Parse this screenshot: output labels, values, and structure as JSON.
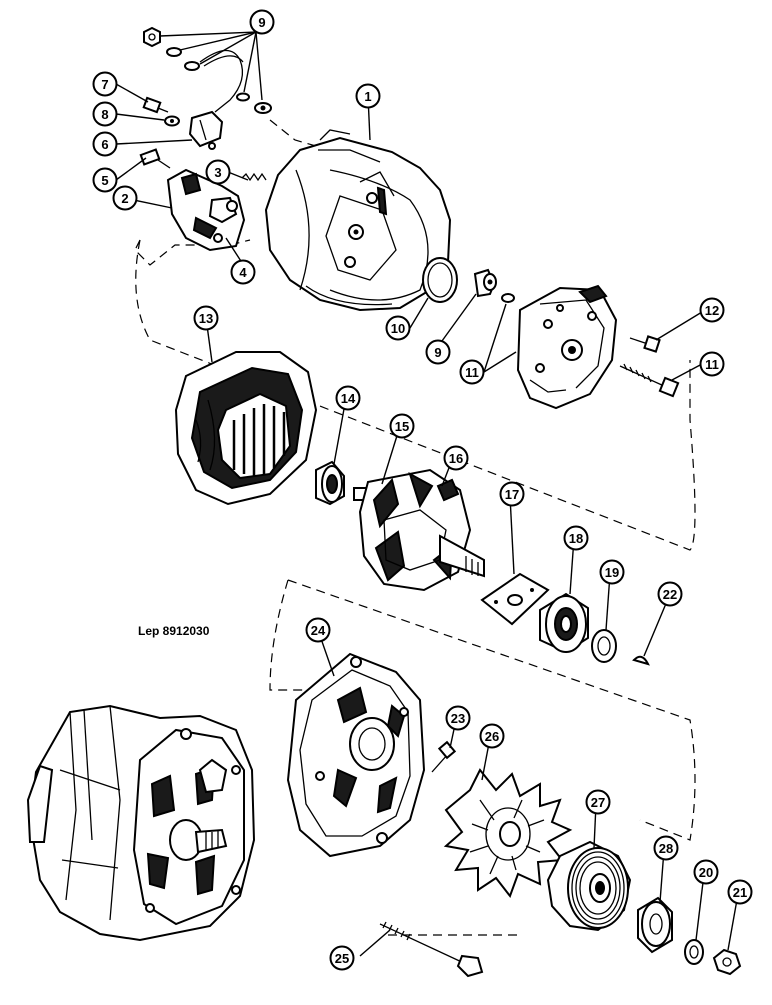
{
  "reference_code": "Lep 8912030",
  "callouts": [
    {
      "id": "c-9-top",
      "label": "9"
    },
    {
      "id": "c-7",
      "label": "7"
    },
    {
      "id": "c-8",
      "label": "8"
    },
    {
      "id": "c-6",
      "label": "6"
    },
    {
      "id": "c-5",
      "label": "5"
    },
    {
      "id": "c-2",
      "label": "2"
    },
    {
      "id": "c-3",
      "label": "3"
    },
    {
      "id": "c-4",
      "label": "4"
    },
    {
      "id": "c-1",
      "label": "1"
    },
    {
      "id": "c-10",
      "label": "10"
    },
    {
      "id": "c-9-mid",
      "label": "9"
    },
    {
      "id": "c-11-left",
      "label": "11"
    },
    {
      "id": "c-12",
      "label": "12"
    },
    {
      "id": "c-11-right",
      "label": "11"
    },
    {
      "id": "c-13",
      "label": "13"
    },
    {
      "id": "c-14",
      "label": "14"
    },
    {
      "id": "c-15",
      "label": "15"
    },
    {
      "id": "c-16",
      "label": "16"
    },
    {
      "id": "c-17",
      "label": "17"
    },
    {
      "id": "c-18",
      "label": "18"
    },
    {
      "id": "c-19",
      "label": "19"
    },
    {
      "id": "c-22",
      "label": "22"
    },
    {
      "id": "c-24",
      "label": "24"
    },
    {
      "id": "c-23",
      "label": "23"
    },
    {
      "id": "c-26",
      "label": "26"
    },
    {
      "id": "c-27",
      "label": "27"
    },
    {
      "id": "c-28",
      "label": "28"
    },
    {
      "id": "c-20",
      "label": "20"
    },
    {
      "id": "c-21",
      "label": "21"
    },
    {
      "id": "c-25",
      "label": "25"
    }
  ]
}
